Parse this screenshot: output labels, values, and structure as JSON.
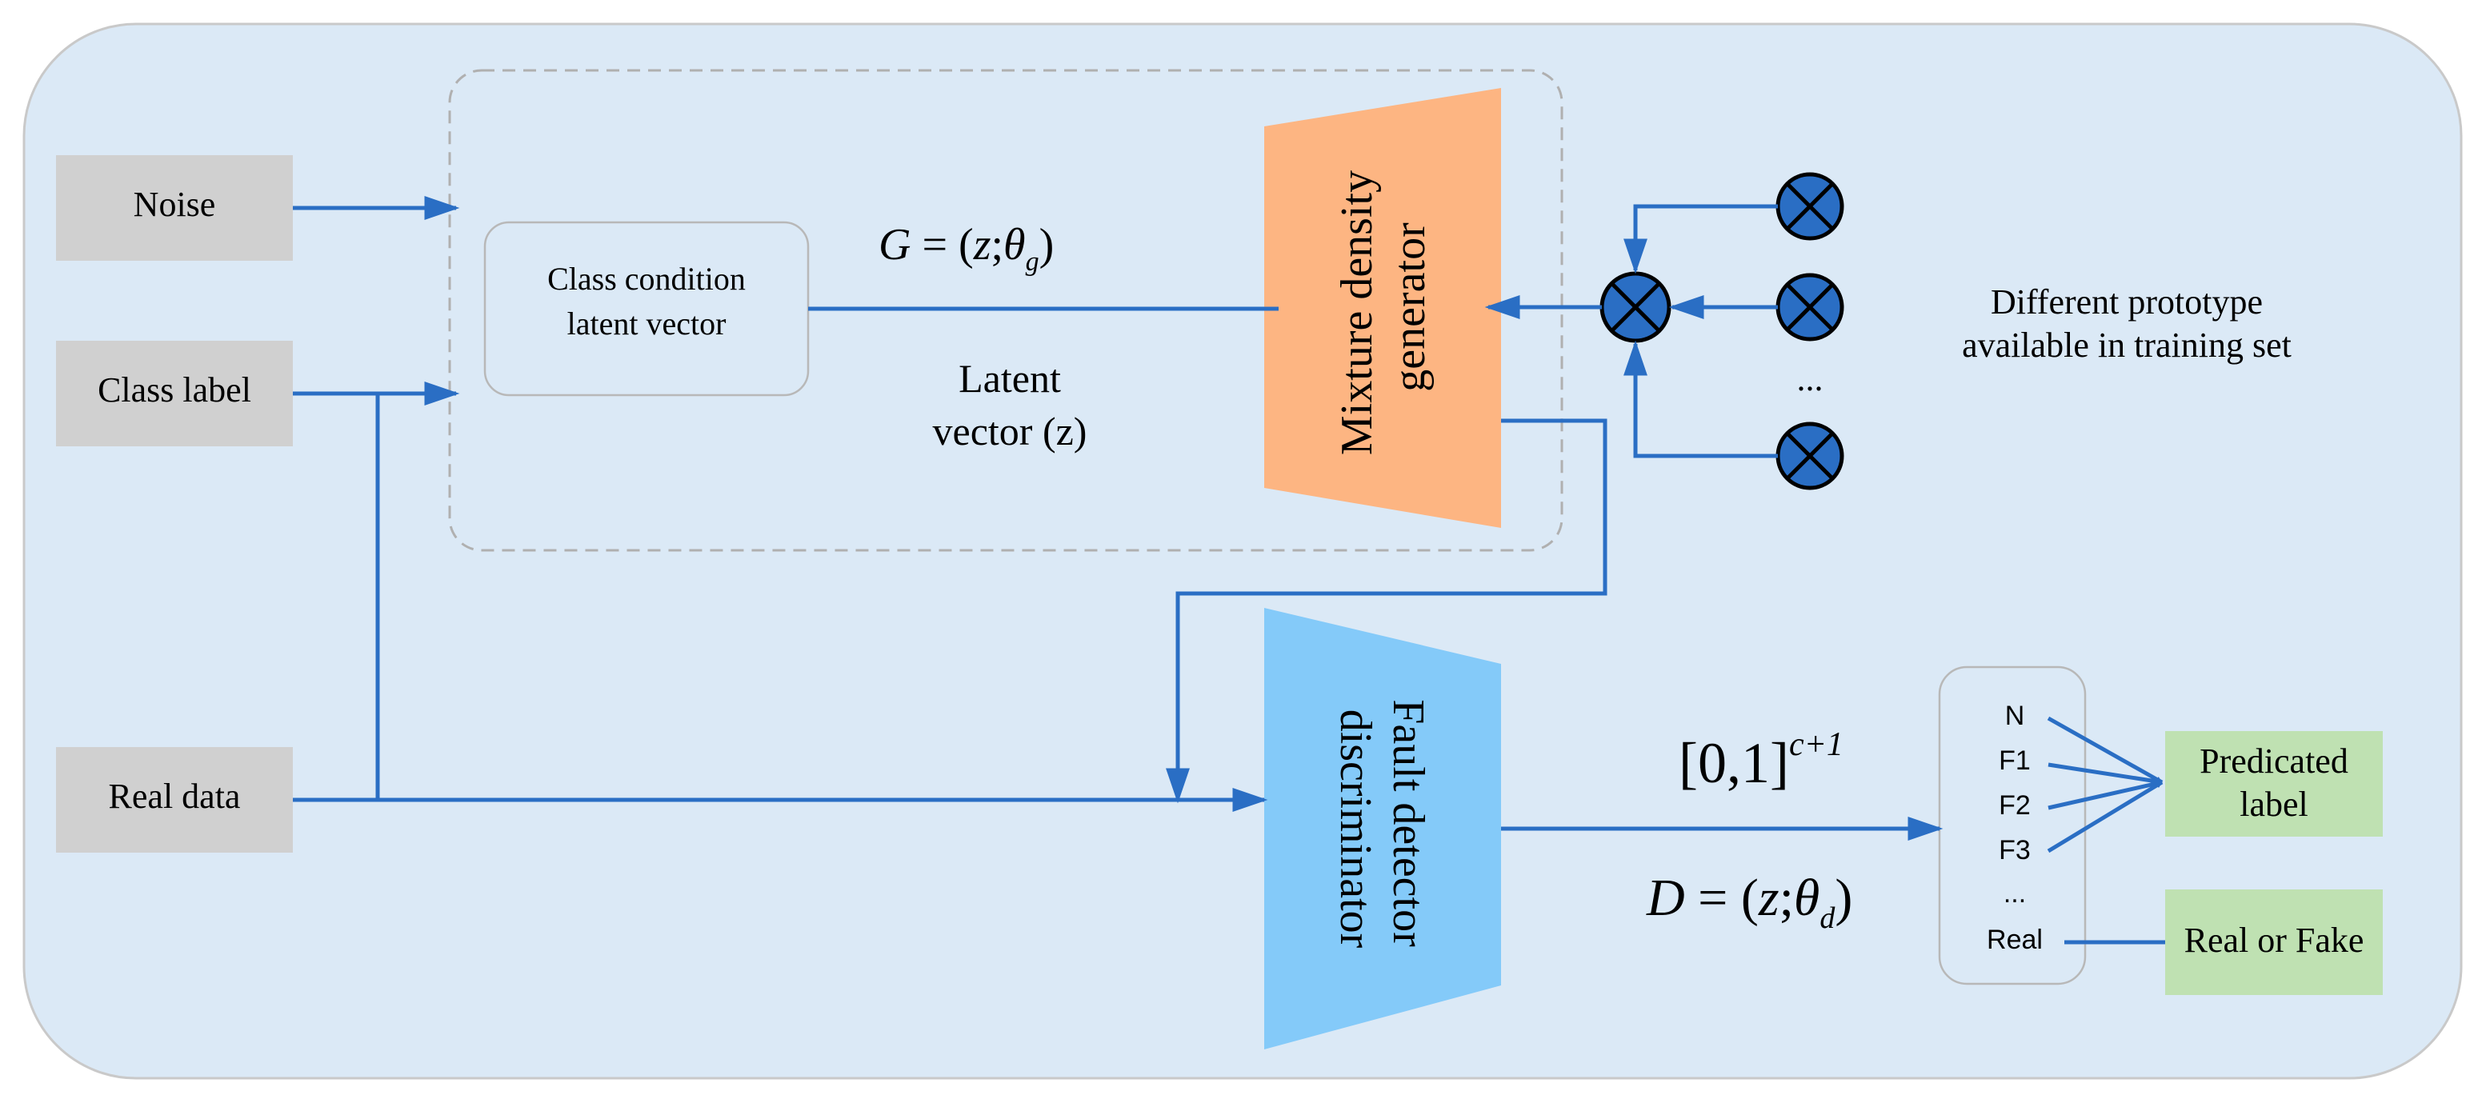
{
  "inputs": {
    "noise": "Noise",
    "class_label": "Class label",
    "real_data": "Real data"
  },
  "generator_block": {
    "class_condition": [
      "Class condition",
      "latent vector"
    ],
    "g_formula": {
      "lhs": "G",
      "eq": " = (",
      "var": "z",
      "sep": ";",
      "theta": "θ",
      "sub": "g",
      "close": ")"
    },
    "latent_vector": [
      "Latent",
      "vector (z)"
    ],
    "generator": [
      "Mixture density",
      "generator"
    ]
  },
  "prototypes": {
    "text": [
      "Different prototype",
      "available in training set"
    ],
    "ellipsis": "..."
  },
  "discriminator": {
    "label": [
      "Fault detector",
      "discriminator"
    ],
    "range": {
      "base": "[0,1]",
      "sup": "c+1"
    },
    "d_formula": {
      "lhs": "D",
      "eq": " = (",
      "var": "z",
      "sep": ";",
      "theta": "θ",
      "sub": "d",
      "close": ")"
    }
  },
  "outputs_list": [
    "N",
    "F1",
    "F2",
    "F3",
    "...",
    "Real"
  ],
  "outputs": {
    "predicated_label": [
      "Predicated",
      "label"
    ],
    "real_or_fake": "Real or Fake"
  },
  "colors": {
    "background_panel": "#dbe9f6",
    "gray_box": "#d0d0d0",
    "generator": "#fdb582",
    "discriminator": "#84caf9",
    "output_box": "#bfe1b2",
    "arrow": "#2a6ec4",
    "circle": "#2a6ec4"
  }
}
